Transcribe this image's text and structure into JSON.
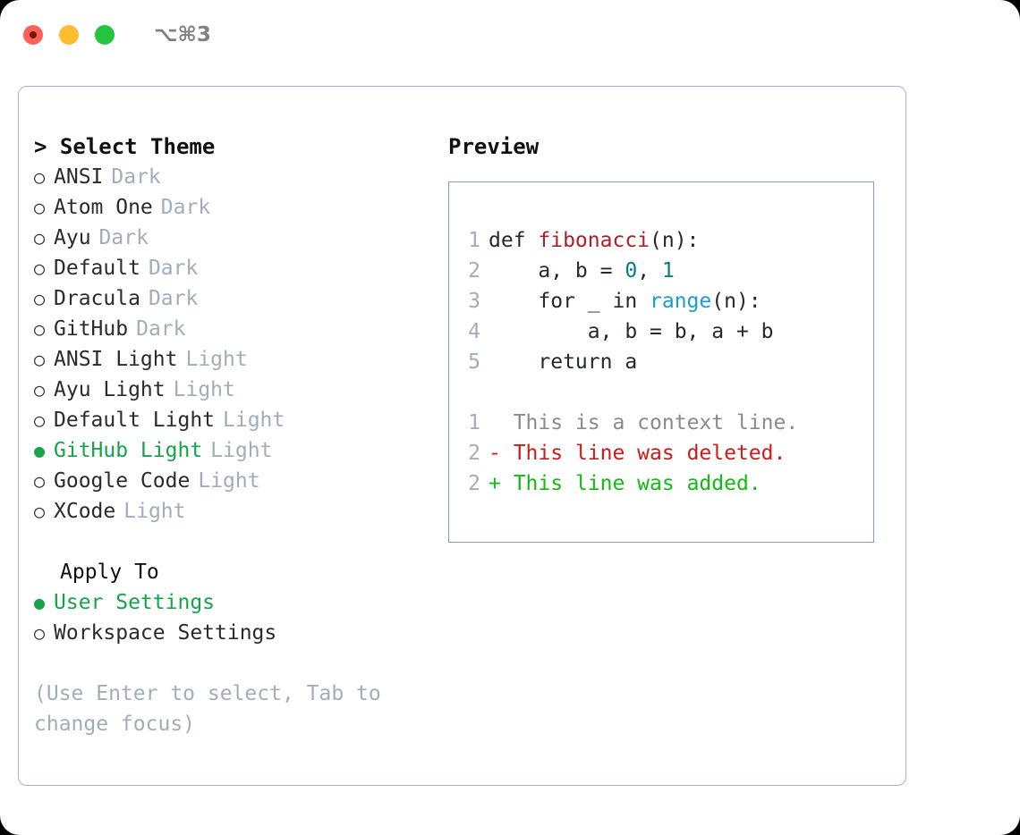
{
  "titlebar": {
    "shortcut": "⌥⌘3",
    "buttons": {
      "close": "close-button",
      "minimize": "minimize-button",
      "maximize": "maximize-button"
    }
  },
  "left": {
    "heading": "> Select Theme",
    "themes": [
      {
        "name": "ANSI",
        "tag": "Dark",
        "selected": false
      },
      {
        "name": "Atom One",
        "tag": "Dark",
        "selected": false
      },
      {
        "name": "Ayu",
        "tag": "Dark",
        "selected": false
      },
      {
        "name": "Default",
        "tag": "Dark",
        "selected": false
      },
      {
        "name": "Dracula",
        "tag": "Dark",
        "selected": false
      },
      {
        "name": "GitHub",
        "tag": "Dark",
        "selected": false
      },
      {
        "name": "ANSI Light",
        "tag": "Light",
        "selected": false
      },
      {
        "name": "Ayu Light",
        "tag": "Light",
        "selected": false
      },
      {
        "name": "Default Light",
        "tag": "Light",
        "selected": false
      },
      {
        "name": "GitHub Light",
        "tag": "Light",
        "selected": true
      },
      {
        "name": "Google Code",
        "tag": "Light",
        "selected": false
      },
      {
        "name": "XCode",
        "tag": "Light",
        "selected": false
      }
    ],
    "apply_to_heading": "Apply To",
    "apply_to_options": [
      {
        "name": "User Settings",
        "selected": true
      },
      {
        "name": "Workspace Settings",
        "selected": false
      }
    ],
    "hint": "(Use Enter to select, Tab to change focus)",
    "radio_on_glyph": "●",
    "radio_off_glyph": "○"
  },
  "right": {
    "heading": "Preview",
    "code_lines": [
      {
        "no": "1",
        "segments": [
          {
            "t": "def ",
            "c": "plain"
          },
          {
            "t": "fibonacci",
            "c": "fn"
          },
          {
            "t": "(n):",
            "c": "plain"
          }
        ]
      },
      {
        "no": "2",
        "segments": [
          {
            "t": "    a, b = ",
            "c": "plain"
          },
          {
            "t": "0",
            "c": "num"
          },
          {
            "t": ", ",
            "c": "plain"
          },
          {
            "t": "1",
            "c": "num"
          }
        ]
      },
      {
        "no": "3",
        "segments": [
          {
            "t": "    for _ in ",
            "c": "plain"
          },
          {
            "t": "range",
            "c": "builtin"
          },
          {
            "t": "(n):",
            "c": "plain"
          }
        ]
      },
      {
        "no": "4",
        "segments": [
          {
            "t": "        a, b = b, a + b",
            "c": "plain"
          }
        ]
      },
      {
        "no": "5",
        "segments": [
          {
            "t": "    return a",
            "c": "plain"
          }
        ]
      }
    ],
    "diff_lines": [
      {
        "no": "1",
        "marker": "  ",
        "text": "This is a context line.",
        "kind": "ctx"
      },
      {
        "no": "2",
        "marker": "- ",
        "text": "This line was deleted.",
        "kind": "del"
      },
      {
        "no": "2",
        "marker": "+ ",
        "text": "This line was added.",
        "kind": "add"
      }
    ]
  },
  "colors": {
    "accent_green": "#16a34a",
    "diff_add": "#11bb11",
    "diff_del": "#d01919",
    "token_fn": "#b31d28",
    "token_num": "#0a7a7a",
    "token_builtin": "#1b9bd8",
    "muted": "#a3adba",
    "panel_border": "#a8b2c1",
    "code_border": "#8e9bab"
  }
}
